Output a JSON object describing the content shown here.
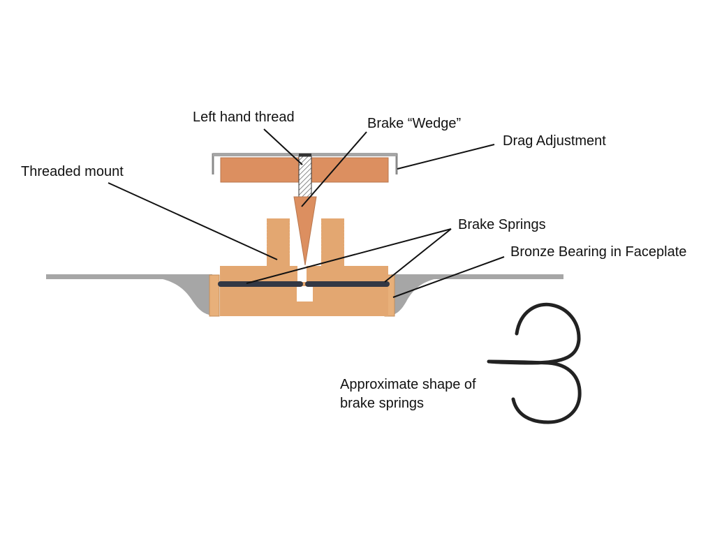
{
  "labels": {
    "left_hand_thread": "Left hand thread",
    "brake_wedge": "Brake “Wedge”",
    "drag_adjustment": "Drag Adjustment",
    "threaded_mount": "Threaded mount",
    "brake_springs": "Brake Springs",
    "bronze_bearing": "Bronze Bearing in Faceplate",
    "approx_line1": "Approximate shape of",
    "approx_line2": "brake springs"
  },
  "colors": {
    "bronze": "#e3a771",
    "knob": "#dc8f60",
    "gray": "#a6a6a6",
    "spring": "#333844",
    "line": "#111111"
  }
}
